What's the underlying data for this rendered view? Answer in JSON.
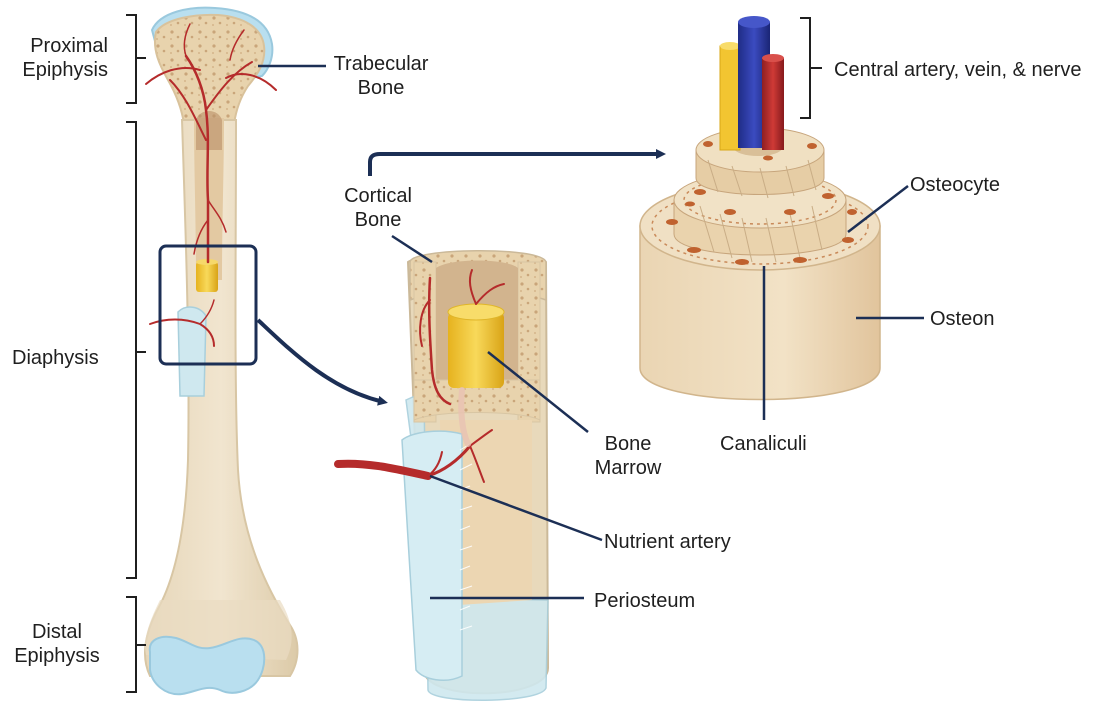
{
  "labels": {
    "proximal_epiphysis": [
      "Proximal",
      "Epiphysis"
    ],
    "diaphysis": "Diaphysis",
    "distal_epiphysis": [
      "Distal",
      "Epiphysis"
    ],
    "trabecular_bone": [
      "Trabecular",
      "Bone"
    ],
    "cortical_bone": [
      "Cortical",
      "Bone"
    ],
    "bone_marrow": [
      "Bone",
      "Marrow"
    ],
    "nutrient_artery": "Nutrient artery",
    "periosteum": "Periosteum",
    "central_vessels": "Central artery, vein, & nerve",
    "osteocyte": "Osteocyte",
    "osteon": "Osteon",
    "canaliculi": "Canaliculi"
  },
  "colors": {
    "bone_light": "#efe2c8",
    "bone_mid": "#e7cfa5",
    "bone_dark": "#c9a27a",
    "marrow_yellow": "#f2c531",
    "artery_red": "#b52b2b",
    "vein_blue": "#2b3a9e",
    "cartilage_blue": "#b9dfef",
    "periosteum": "#cfe8ef",
    "leader": "#1c2f55"
  }
}
